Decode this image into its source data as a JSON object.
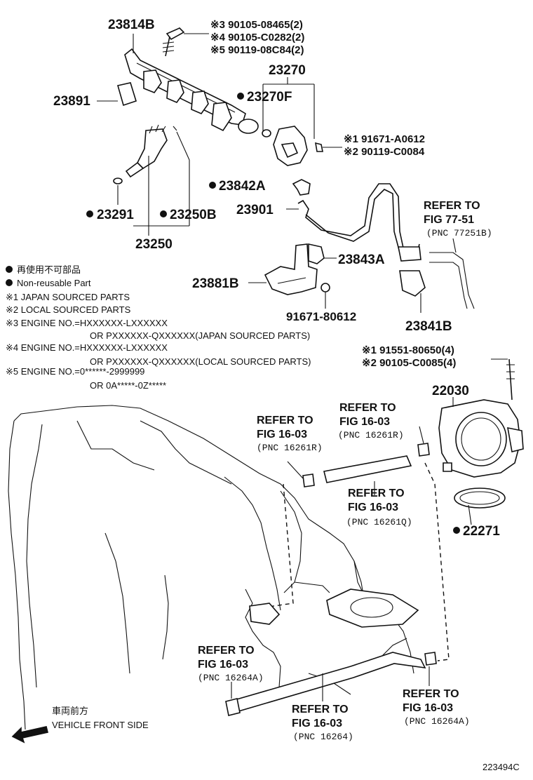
{
  "parts": {
    "p23814B": "23814B",
    "p23891": "23891",
    "p23270": "23270",
    "p23270F": "23270F",
    "p23842A": "23842A",
    "p23901": "23901",
    "p23291": "23291",
    "p23250B": "23250B",
    "p23250": "23250",
    "p23843A": "23843A",
    "p23881B": "23881B",
    "p23841B": "23841B",
    "p22030": "22030",
    "p22271": "22271",
    "p91671_80612": "91671-80612"
  },
  "bolts_top": [
    "※3 90105-08465(2)",
    "※4 90105-C0282(2)",
    "※5 90119-08C84(2)"
  ],
  "bolts_throttle_sensor": [
    "※1  91671-A0612",
    "※2  90119-C0084"
  ],
  "bolts_throttle_body": [
    "※1  91551-80650(4)",
    "※2  90105-C0085(4)"
  ],
  "refs": {
    "r77_51": {
      "l1": "REFER TO",
      "l2": "FIG 77-51",
      "pnc": "(PNC 77251B)"
    },
    "r16261R_a": {
      "l1": "REFER TO",
      "l2": "FIG 16-03",
      "pnc": "(PNC 16261R)"
    },
    "r16261R_b": {
      "l1": "REFER TO",
      "l2": "FIG 16-03",
      "pnc": "(PNC 16261R)"
    },
    "r16261Q": {
      "l1": "REFER TO",
      "l2": "FIG 16-03",
      "pnc": "(PNC 16261Q)"
    },
    "r16264A_a": {
      "l1": "REFER TO",
      "l2": "FIG 16-03",
      "pnc": "(PNC 16264A)"
    },
    "r16264": {
      "l1": "REFER TO",
      "l2": "FIG 16-03",
      "pnc": "(PNC 16264)"
    },
    "r16264A_b": {
      "l1": "REFER TO",
      "l2": "FIG 16-03",
      "pnc": "(PNC 16264A)"
    }
  },
  "legend": {
    "nonreusable_jp": "再使用不可部品",
    "nonreusable_en": "Non-reusable Part",
    "n1": "※1 JAPAN SOURCED PARTS",
    "n2": "※2 LOCAL SOURCED PARTS",
    "n3": "※3 ENGINE NO.=HXXXXXX-LXXXXXX",
    "n3b": "OR PXXXXXX-QXXXXXX(JAPAN SOURCED PARTS)",
    "n4": "※4 ENGINE NO.=HXXXXXX-LXXXXXX",
    "n4b": "OR PXXXXXX-QXXXXXX(LOCAL SOURCED PARTS)",
    "n5": "※5 ENGINE NO.=0******-2999999",
    "n5b": "OR 0A*****-0Z*****"
  },
  "front": {
    "jp": "車両前方",
    "en": "VEHICLE FRONT SIDE"
  },
  "figure_id": "223494C"
}
